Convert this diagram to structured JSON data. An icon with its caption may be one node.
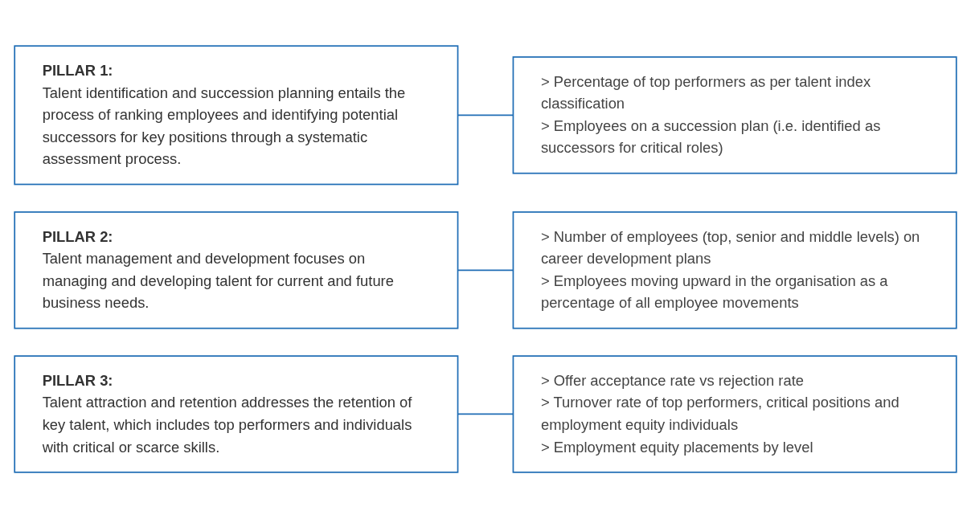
{
  "diagram": {
    "nodes": [
      {
        "text": [
          "PILLAR 1:",
          "Talent identification and succession planning entails the process of ranking employees and identifying potential successors for key positions through a systematic assessment process."
        ]
      },
      {
        "text": [
          "> Percentage of top performers as per talent index classification",
          "> Employees on a succession plan (i.e. identified as successors for critical roles)"
        ]
      },
      {
        "text": [
          "PILLAR 2:",
          "Talent management and development focuses on managing and developing talent for current and future business needs."
        ]
      },
      {
        "text": [
          "> Number of employees (top, senior and middle levels) on career development plans",
          "> Employees moving upward in the organisation as a percentage of all employee movements"
        ]
      },
      {
        "text": [
          "PILLAR 3:",
          "Talent attraction and retention addresses the retention of key talent, which includes top performers and individuals with critical or scarce skills."
        ]
      },
      {
        "text": [
          "> Offer acceptance rate vs rejection rate",
          "> Turnover rate of top performers, critical positions and employment equity individuals",
          "> Employment equity placements by level"
        ]
      }
    ],
    "edges": [
      {
        "from": 0,
        "to": 1,
        "arrow": "none"
      },
      {
        "from": 2,
        "to": 3,
        "arrow": "none"
      },
      {
        "from": 4,
        "to": 5,
        "arrow": "none"
      }
    ]
  }
}
